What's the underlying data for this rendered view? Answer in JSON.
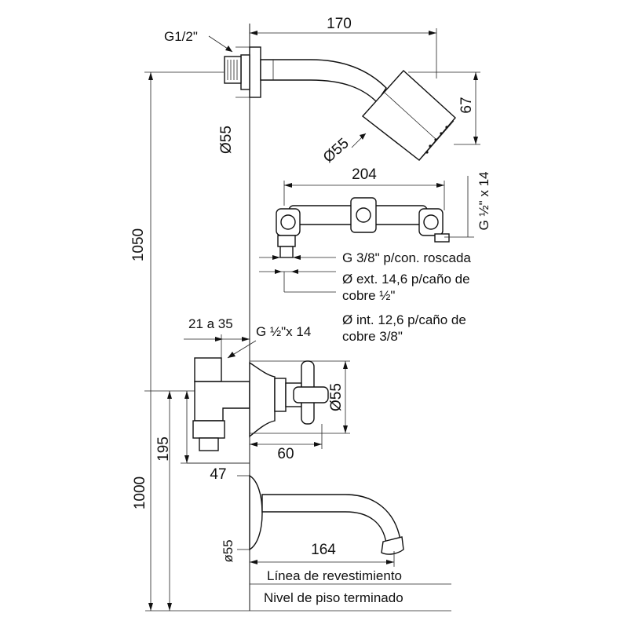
{
  "dimensions": {
    "shower_arm_width": "170",
    "shower_thread": "G1/2\"",
    "flange_diameter": "Ø55",
    "head_height": "67",
    "head_diameter": "Ø55",
    "total_height": "1050",
    "valve_spacing": "204",
    "valve_thread_side": "G ½\" x 14",
    "valve_offset_range": "21 a 35",
    "valve_thread": "G ½\"x 14",
    "handle_flange": "Ø55",
    "handle_depth": "60",
    "spout_height": "195",
    "spout_wall": "47",
    "spout_floor_height": "1000",
    "spout_flange": "ø55",
    "spout_length": "164"
  },
  "notes": {
    "thread_connection": "G 3/8\" p/con. roscada",
    "outer_pipe_line1": "Ø ext. 14,6 p/caño de",
    "outer_pipe_line2": "cobre ½\"",
    "inner_pipe_line1": "Ø int. 12,6 p/caño de",
    "inner_pipe_line2": "cobre 3/8\""
  },
  "reference_lines": {
    "wall_line": "Línea de revestimiento",
    "floor_line": "Nivel de piso terminado"
  }
}
